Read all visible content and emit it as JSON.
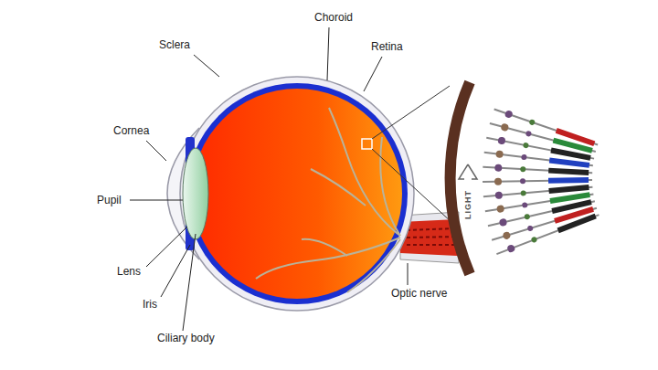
{
  "diagram": {
    "labels": [
      "Sclera",
      "Choroid",
      "Retina",
      "Cornea",
      "Pupil",
      "Lens",
      "Iris",
      "Ciliary body",
      "Optic nerve",
      "LIGHT"
    ]
  }
}
